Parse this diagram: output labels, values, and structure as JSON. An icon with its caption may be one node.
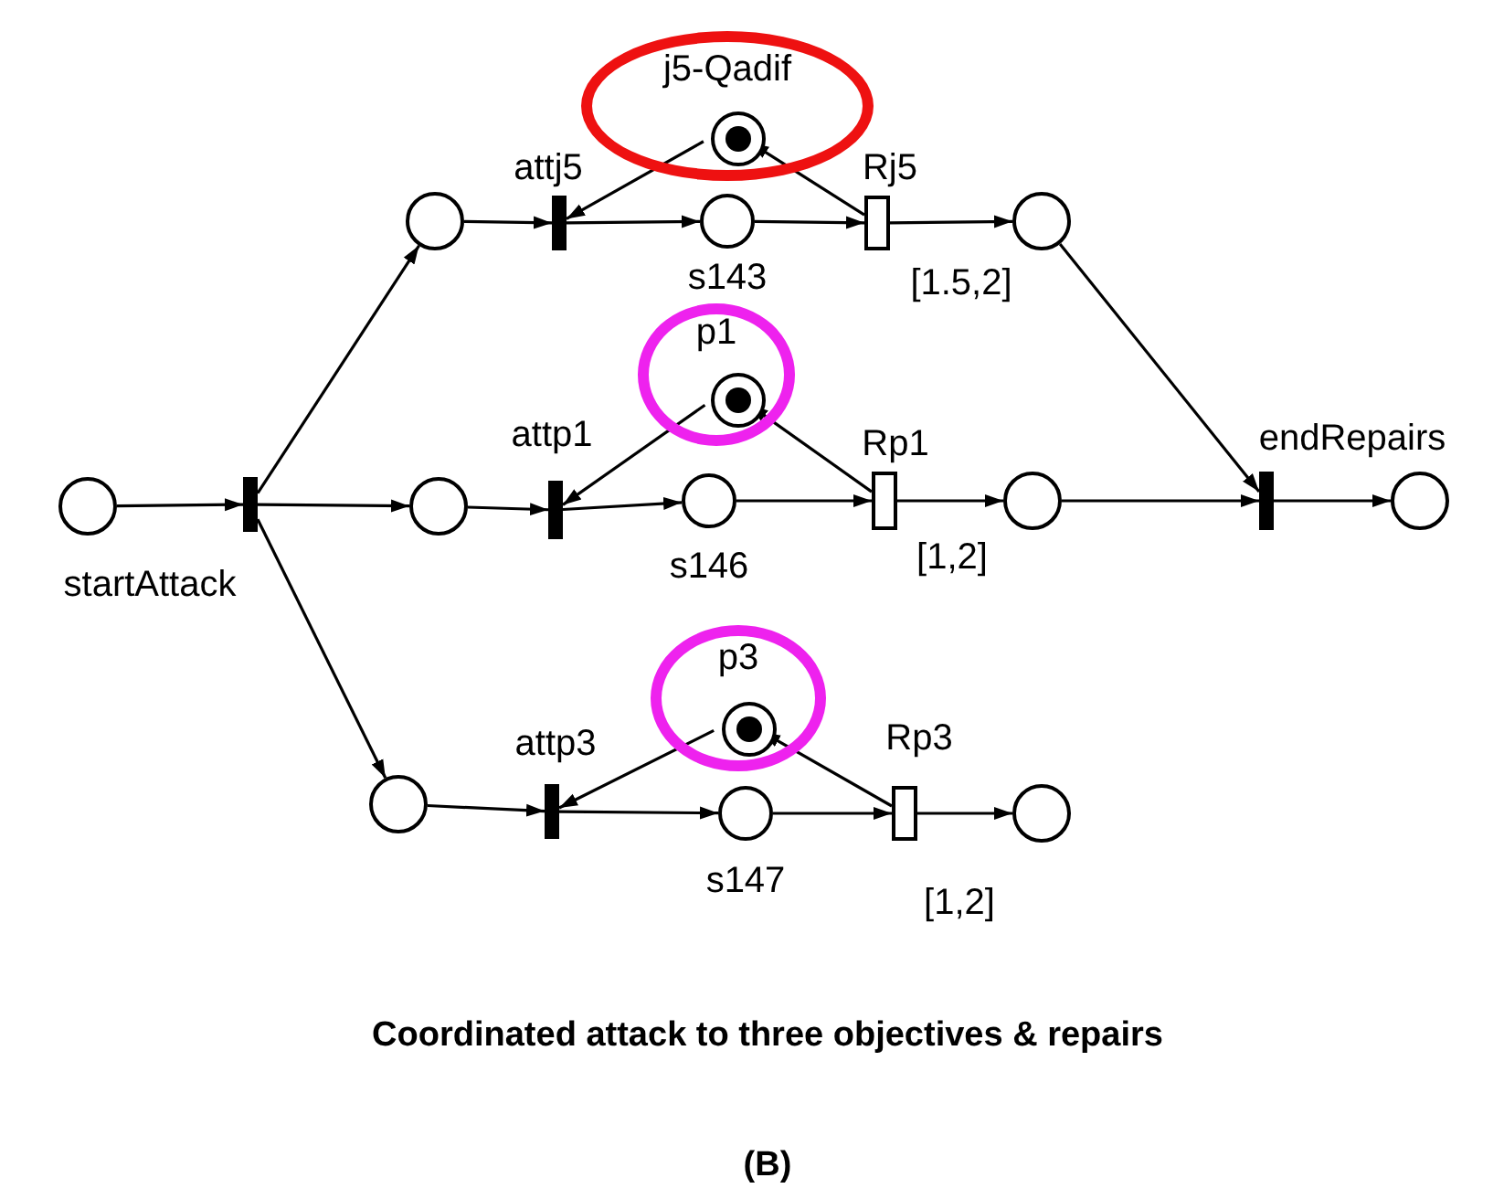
{
  "diagram": {
    "caption": "Coordinated attack to three objectives & repairs",
    "nodes": [
      {
        "text": [
          "j5-Qadif"
        ]
      },
      {
        "text": [],
        "shape": "circle",
        "in": 0
      },
      {
        "text": [],
        "shape": "circle"
      },
      {
        "text": [],
        "shape": "bar",
        "beside": [
          "attj5"
        ]
      },
      {
        "text": [],
        "shape": "circle",
        "beside": [
          "s143"
        ]
      },
      {
        "text": [],
        "shape": "box",
        "beside": [
          "Rj5",
          "[1.5,2]"
        ]
      },
      {
        "text": [],
        "shape": "circle"
      },
      {
        "text": [
          "p1"
        ]
      },
      {
        "text": [],
        "shape": "circle",
        "in": 7
      },
      {
        "text": [],
        "shape": "circle",
        "beside": [
          "startAttack"
        ]
      },
      {
        "text": [],
        "shape": "bar"
      },
      {
        "text": [],
        "shape": "circle"
      },
      {
        "text": [],
        "shape": "bar",
        "beside": [
          "attp1"
        ]
      },
      {
        "text": [],
        "shape": "circle",
        "beside": [
          "s146"
        ]
      },
      {
        "text": [],
        "shape": "box",
        "beside": [
          "Rp1",
          "[1,2]"
        ]
      },
      {
        "text": [],
        "shape": "circle"
      },
      {
        "text": [],
        "shape": "bar",
        "beside": [
          "endRepairs"
        ]
      },
      {
        "text": [],
        "shape": "circle"
      },
      {
        "text": [
          "p3"
        ]
      },
      {
        "text": [],
        "shape": "circle",
        "in": 18
      },
      {
        "text": [],
        "shape": "circle"
      },
      {
        "text": [],
        "shape": "bar",
        "beside": [
          "attp3"
        ]
      },
      {
        "text": [],
        "shape": "circle",
        "beside": [
          "s147"
        ]
      },
      {
        "text": [],
        "shape": "box",
        "beside": [
          "Rp3",
          "[1,2]"
        ]
      },
      {
        "text": [],
        "shape": "circle"
      }
    ],
    "edges": [
      {
        "from": 9,
        "to": 10,
        "arrow": "to"
      },
      {
        "from": 10,
        "to": 2,
        "arrow": "to"
      },
      {
        "from": 10,
        "to": 11,
        "arrow": "to"
      },
      {
        "from": 10,
        "to": 20,
        "arrow": "to"
      },
      {
        "from": 2,
        "to": 3,
        "arrow": "to"
      },
      {
        "from": 1,
        "to": 3,
        "arrow": "to"
      },
      {
        "from": 3,
        "to": 4,
        "arrow": "to"
      },
      {
        "from": 4,
        "to": 5,
        "arrow": "to"
      },
      {
        "from": 5,
        "to": 1,
        "arrow": "to"
      },
      {
        "from": 5,
        "to": 6,
        "arrow": "to"
      },
      {
        "from": 6,
        "to": 16,
        "arrow": "to"
      },
      {
        "from": 11,
        "to": 12,
        "arrow": "to"
      },
      {
        "from": 8,
        "to": 12,
        "arrow": "to"
      },
      {
        "from": 12,
        "to": 13,
        "arrow": "to"
      },
      {
        "from": 13,
        "to": 14,
        "arrow": "to"
      },
      {
        "from": 14,
        "to": 8,
        "arrow": "to"
      },
      {
        "from": 14,
        "to": 15,
        "arrow": "to"
      },
      {
        "from": 15,
        "to": 16,
        "arrow": "to"
      },
      {
        "from": 16,
        "to": 17,
        "arrow": "to"
      },
      {
        "from": 20,
        "to": 21,
        "arrow": "to"
      },
      {
        "from": 19,
        "to": 21,
        "arrow": "to"
      },
      {
        "from": 21,
        "to": 22,
        "arrow": "to"
      },
      {
        "from": 22,
        "to": 23,
        "arrow": "to"
      },
      {
        "from": 23,
        "to": 19,
        "arrow": "to"
      },
      {
        "from": 23,
        "to": 24,
        "arrow": "to"
      }
    ],
    "labels": [
      "(B)"
    ]
  }
}
